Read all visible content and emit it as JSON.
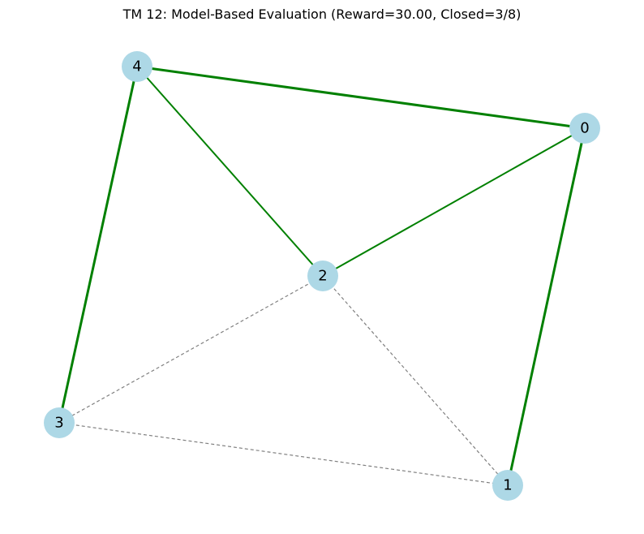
{
  "title": "TM 12: Model-Based Evaluation (Reward=30.00, Closed=3/8)",
  "colors": {
    "node_fill": "#add8e6",
    "edge_closed": "#008000",
    "edge_open": "#808080",
    "background": "#ffffff"
  },
  "nodes": [
    {
      "id": "0",
      "label": "0"
    },
    {
      "id": "1",
      "label": "1"
    },
    {
      "id": "2",
      "label": "2"
    },
    {
      "id": "3",
      "label": "3"
    },
    {
      "id": "4",
      "label": "4"
    }
  ],
  "edges": [
    {
      "source": "4",
      "target": "0",
      "status": "closed",
      "weight": "heavy"
    },
    {
      "source": "4",
      "target": "3",
      "status": "closed",
      "weight": "heavy"
    },
    {
      "source": "0",
      "target": "1",
      "status": "closed",
      "weight": "heavy"
    },
    {
      "source": "4",
      "target": "2",
      "status": "closed",
      "weight": "normal"
    },
    {
      "source": "0",
      "target": "2",
      "status": "closed",
      "weight": "normal"
    },
    {
      "source": "2",
      "target": "3",
      "status": "open",
      "weight": "thin"
    },
    {
      "source": "2",
      "target": "1",
      "status": "open",
      "weight": "thin"
    },
    {
      "source": "3",
      "target": "1",
      "status": "open",
      "weight": "thin"
    }
  ]
}
